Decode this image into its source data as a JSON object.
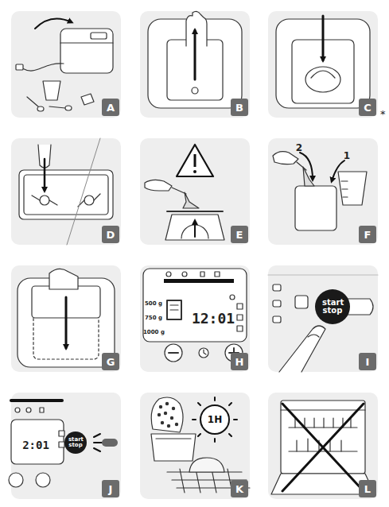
{
  "diagram": {
    "nodes": [
      {
        "text": [
          "A"
        ]
      },
      {
        "text": [
          "B"
        ]
      },
      {
        "text": [
          "C"
        ]
      },
      {
        "text": [
          "D"
        ]
      },
      {
        "text": [
          "E"
        ]
      },
      {
        "text": [
          "F"
        ]
      },
      {
        "text": [
          "G"
        ]
      },
      {
        "text": [
          "H"
        ]
      },
      {
        "text": [
          "I"
        ]
      },
      {
        "text": [
          "J"
        ]
      },
      {
        "text": [
          "K"
        ]
      },
      {
        "text": [
          "L"
        ]
      },
      {
        "text": [
          "start stop"
        ]
      },
      {
        "text": [
          "start stop"
        ]
      },
      {
        "text": [
          "1H"
        ]
      }
    ],
    "labels": [
      "*",
      "2",
      "1",
      "500 g",
      "750 g",
      "1000 g",
      "12:01",
      "2:01"
    ]
  }
}
